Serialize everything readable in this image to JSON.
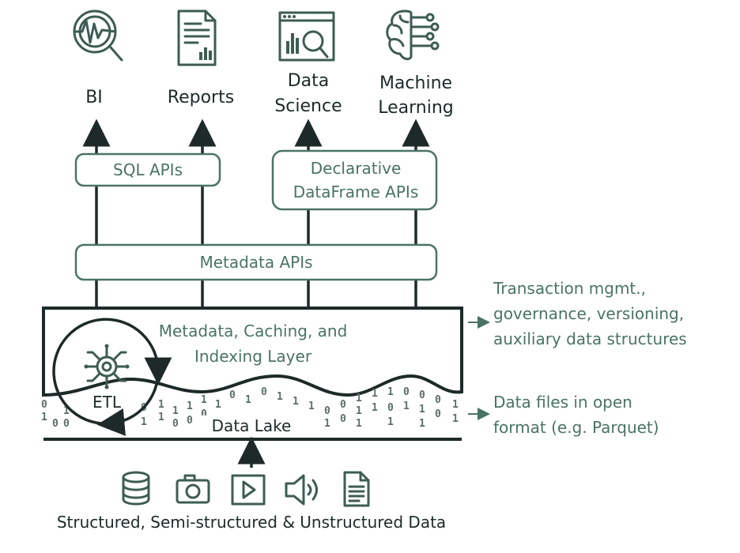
{
  "consumers": [
    {
      "label_lines": [
        "BI"
      ],
      "icon": "magnifier-waveform-icon"
    },
    {
      "label_lines": [
        "Reports"
      ],
      "icon": "report-document-icon"
    },
    {
      "label_lines": [
        "Data",
        "Science"
      ],
      "icon": "data-science-window-icon"
    },
    {
      "label_lines": [
        "Machine",
        "Learning"
      ],
      "icon": "brain-circuit-icon"
    }
  ],
  "apis": {
    "sql": "SQL APIs",
    "dataframe_lines": [
      "Declarative",
      "DataFrame APIs"
    ],
    "metadata": "Metadata APIs"
  },
  "layer": {
    "title_lines": [
      "Metadata, Caching, and",
      "Indexing Layer"
    ],
    "etl": "ETL",
    "lake": "Data Lake"
  },
  "annotations": {
    "layer_lines": [
      "Transaction mgmt.,",
      "governance, versioning,",
      "auxiliary data structures"
    ],
    "files_lines": [
      "Data files in open",
      "format (e.g. Parquet)"
    ]
  },
  "sources": {
    "icons": [
      "database-icon",
      "camera-icon",
      "video-play-icon",
      "audio-speaker-icon",
      "text-file-icon"
    ],
    "caption": "Structured, Semi-structured & Unstructured Data"
  },
  "colors": {
    "accent_green": "#4a7366",
    "dark": "#1d2a29"
  }
}
